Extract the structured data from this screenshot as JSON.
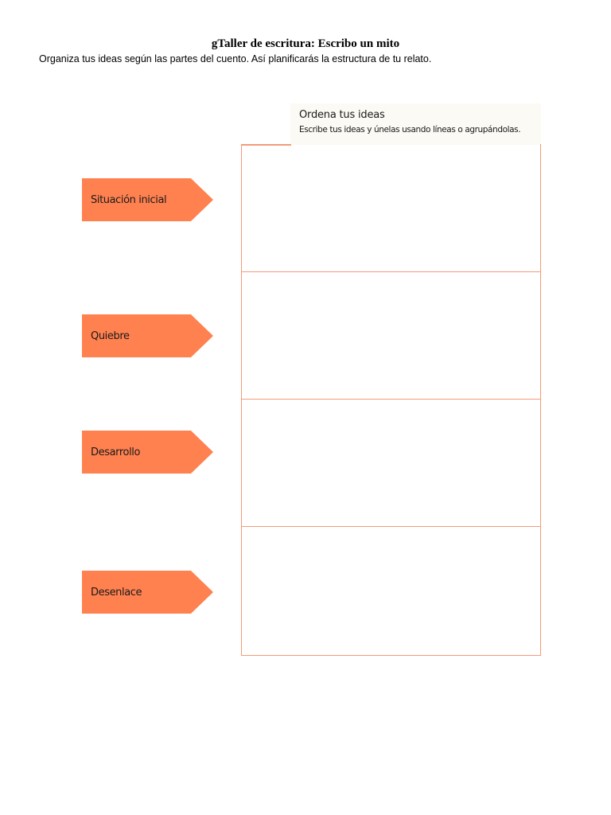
{
  "document": {
    "title": "gTaller de escritura: Escribo un mito",
    "subtitle": "Organiza tus ideas según las partes del cuento. Así planificarás la estructura de tu relato."
  },
  "instructions": {
    "heading": "Ordena tus ideas",
    "body": "Escribe tus ideas y únelas usando líneas  o agrupándolas."
  },
  "sections": [
    {
      "label": "Situación inicial"
    },
    {
      "label": "Quiebre"
    },
    {
      "label": "Desarrollo"
    },
    {
      "label": "Desenlace"
    }
  ],
  "colors": {
    "tag_fill": "#ff8150",
    "grid_line": "#f59a78"
  }
}
